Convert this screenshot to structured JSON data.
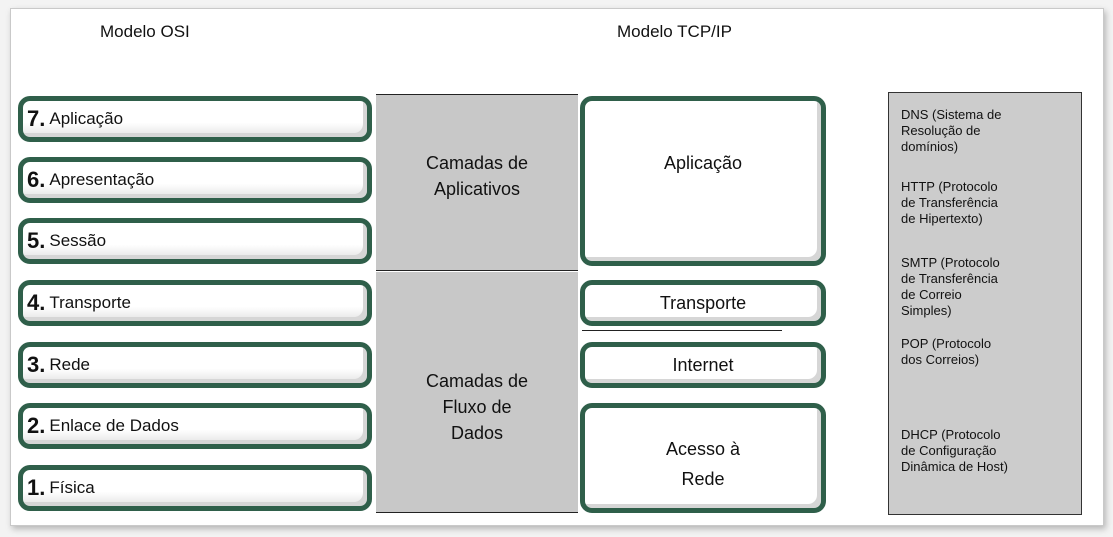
{
  "headers": {
    "osi": "Modelo OSI",
    "tcpip": "Modelo TCP/IP"
  },
  "osi_layers": [
    {
      "num": "7.",
      "name": "Aplicação"
    },
    {
      "num": "6.",
      "name": "Apresentação"
    },
    {
      "num": "5.",
      "name": "Sessão"
    },
    {
      "num": "4.",
      "name": "Transporte"
    },
    {
      "num": "3.",
      "name": "Rede"
    },
    {
      "num": "2.",
      "name": "Enlace de Dados"
    },
    {
      "num": "1.",
      "name": "Física"
    }
  ],
  "groups": {
    "aplicativos_line1": "Camadas de",
    "aplicativos_line2": "Aplicativos",
    "fluxo_line1": "Camadas de",
    "fluxo_line2": "Fluxo de",
    "fluxo_line3": "Dados"
  },
  "tcp_layers": {
    "aplicacao": "Aplicação",
    "transporte": "Transporte",
    "internet": "Internet",
    "acesso_line1": "Acesso à",
    "acesso_line2": "Rede"
  },
  "protocols": {
    "dns": [
      "DNS (Sistema de",
      "Resolução de",
      "domínios)"
    ],
    "http": [
      "HTTP (Protocolo",
      "de Transferência",
      "de Hipertexto)"
    ],
    "smtp": [
      "SMTP (Protocolo",
      "de Transferência",
      "de Correio",
      "Simples)"
    ],
    "pop": [
      "POP (Protocolo",
      "dos Correios)"
    ],
    "dhcp": [
      "DHCP (Protocolo",
      "de Configuração",
      "Dinâmica de Host)"
    ]
  },
  "colors": {
    "border": "#2f5f4a",
    "band": "#c8c8c8",
    "panel": "#cccccc"
  }
}
